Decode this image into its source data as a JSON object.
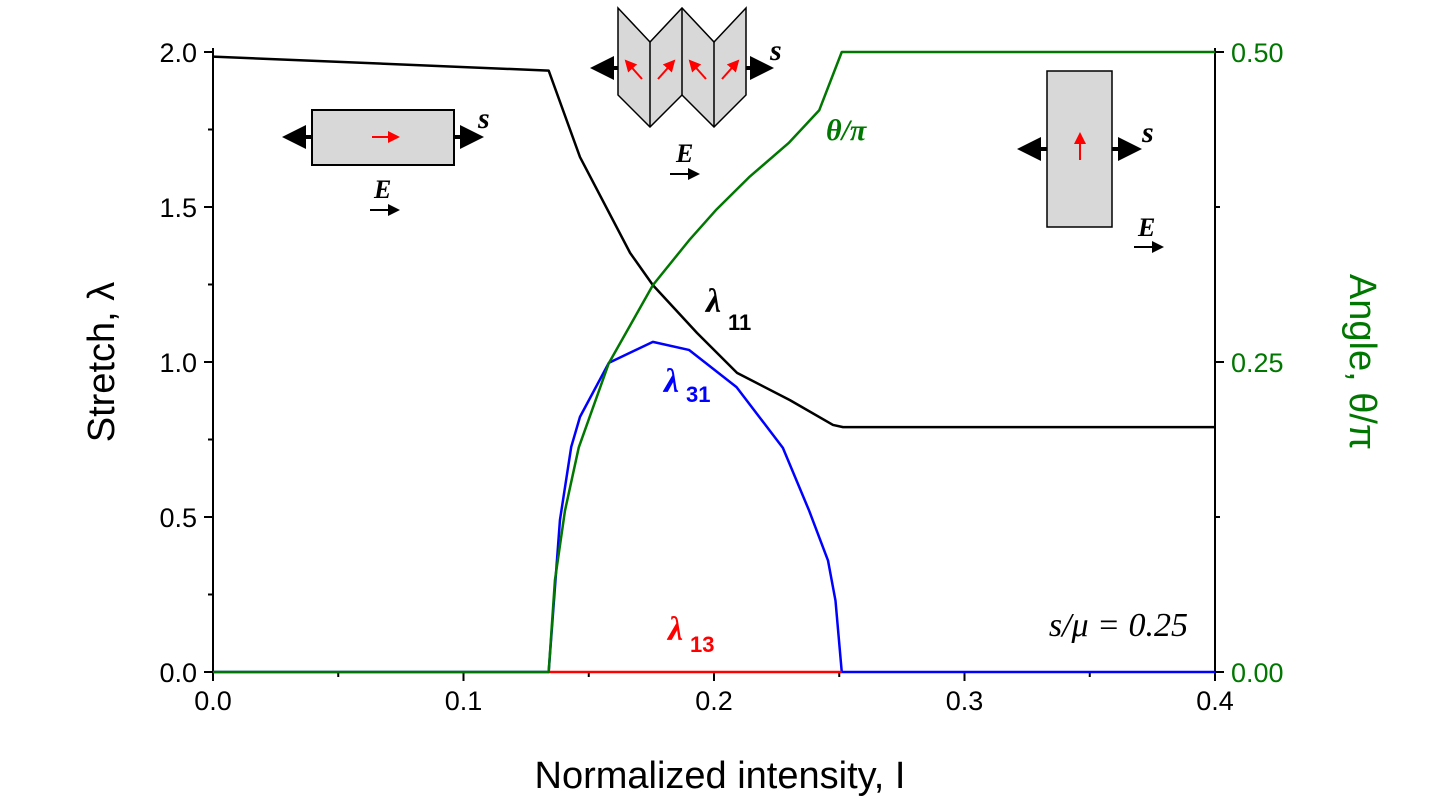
{
  "chart_data": {
    "type": "line",
    "xlabel": "Normalized intensity, I",
    "ylabel": "Stretch, λ",
    "y2label": "Angle, θ/π",
    "xlim": [
      0,
      0.4
    ],
    "ylim": [
      0,
      2.0
    ],
    "y2lim": [
      0,
      0.5
    ],
    "xticks": [
      "0.0",
      "0.1",
      "0.2",
      "0.3",
      "0.4"
    ],
    "yticks": [
      "0.0",
      "0.5",
      "1.0",
      "1.5",
      "2.0"
    ],
    "y2ticks": [
      "0.00",
      "0.25",
      "0.50"
    ],
    "annotation": "s/μ = 0.25",
    "colors": {
      "lambda11": "#000000",
      "lambda31": "#0000ff",
      "lambda13": "#ff0000",
      "theta": "#007700"
    },
    "series": [
      {
        "name": "λ11",
        "sub": "11",
        "axis": "left",
        "color": "#000000",
        "x": [
          0,
          0.134,
          0.1465,
          0.1665,
          0.1756,
          0.1932,
          0.2092,
          0.2303,
          0.2475,
          0.2515,
          0.4
        ],
        "y": [
          1.985,
          1.94,
          1.661,
          1.352,
          1.248,
          1.094,
          0.965,
          0.877,
          0.797,
          0.79,
          0.79
        ]
      },
      {
        "name": "λ31",
        "sub": "31",
        "axis": "left",
        "color": "#0000ff",
        "x": [
          0,
          0.134,
          0.1385,
          0.143,
          0.1465,
          0.158,
          0.1756,
          0.19,
          0.209,
          0.2275,
          0.238,
          0.2455,
          0.2485,
          0.251,
          0.4
        ],
        "y": [
          0,
          0,
          0.49,
          0.726,
          0.823,
          0.997,
          1.065,
          1.039,
          0.919,
          0.723,
          0.52,
          0.36,
          0.23,
          0,
          0
        ]
      },
      {
        "name": "λ13",
        "sub": "13",
        "axis": "left",
        "color": "#ff0000",
        "x": [
          0.134,
          0.251
        ],
        "y": [
          0,
          0
        ]
      },
      {
        "name": "θ/π",
        "axis": "right",
        "color": "#007700",
        "x": [
          0,
          0.134,
          0.1365,
          0.1405,
          0.146,
          0.158,
          0.1756,
          0.19,
          0.201,
          0.214,
          0.23,
          0.242,
          0.251,
          0.4
        ],
        "y": [
          0,
          0,
          0.074,
          0.13,
          0.181,
          0.249,
          0.312,
          0.348,
          0.373,
          0.399,
          0.427,
          0.453,
          0.5,
          0.5
        ]
      }
    ],
    "insets": {
      "stress_label": "s",
      "field_label": "E"
    }
  }
}
